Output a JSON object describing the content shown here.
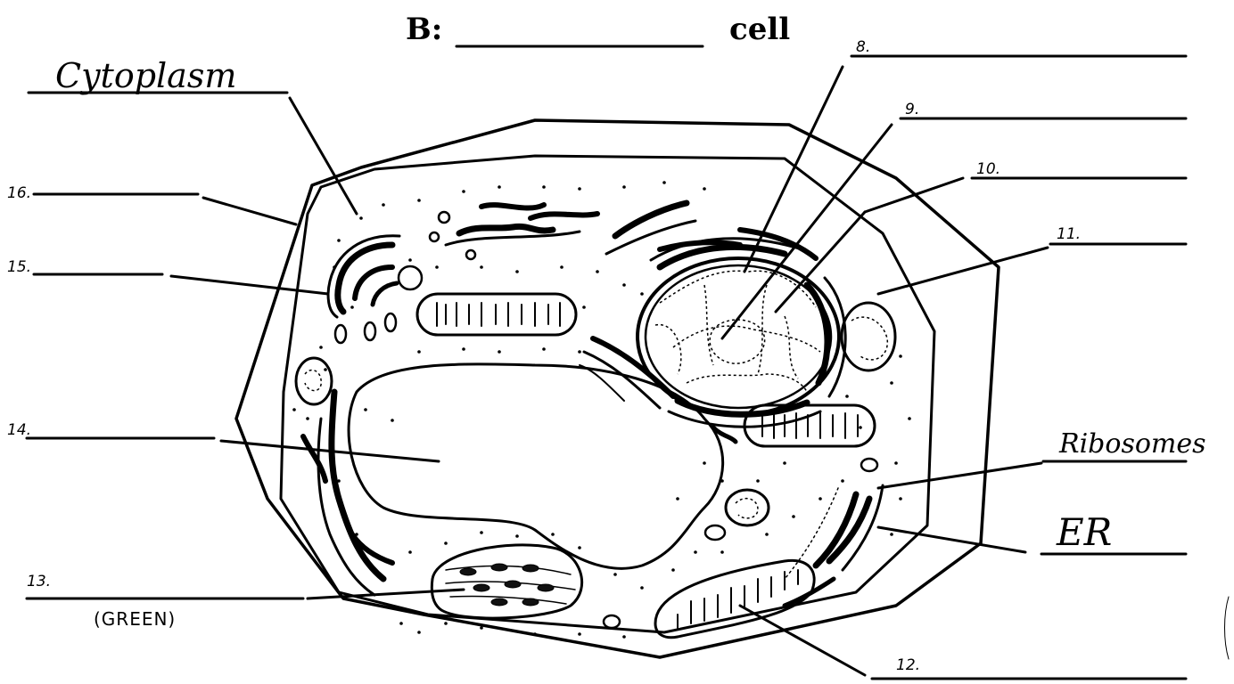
{
  "title": {
    "prefix": "B:",
    "suffix": "cell"
  },
  "labels": {
    "cytoplasm": "Cytoplasm",
    "n8": "8.",
    "n9": "9.",
    "n10": "10.",
    "n11": "11.",
    "n12": "12.",
    "n13": "13.",
    "n13_note": "(GREEN)",
    "n14": "14.",
    "n15": "15.",
    "n16": "16.",
    "ribosomes": "Ribosomes",
    "er": "ER"
  }
}
